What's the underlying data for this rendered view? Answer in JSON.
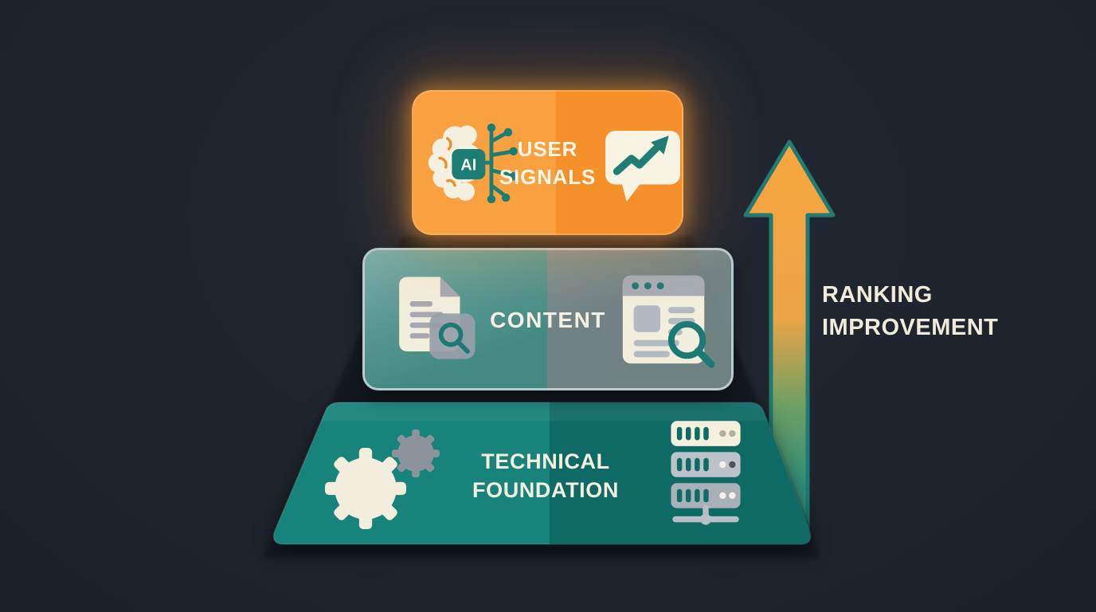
{
  "diagram": {
    "type": "seo-ranking-pyramid",
    "layers": {
      "user_signals": {
        "label_line1": "USER",
        "label_line2": "SIGNALS",
        "ai_chip_label": "AI",
        "icons": [
          "ai-brain-circuit-icon",
          "trend-chart-bubble-icon"
        ],
        "color_left": "#f9a041",
        "color_right": "#f5902b"
      },
      "content": {
        "label": "CONTENT",
        "icons": [
          "documents-search-icon",
          "webpage-search-icon"
        ],
        "color_left": "#48948c",
        "color_right": "#859a99"
      },
      "technical_foundation": {
        "label_line1": "TECHNICAL",
        "label_line2": "FOUNDATION",
        "icons": [
          "gears-icon",
          "server-stack-icon"
        ],
        "color_left": "#17837b",
        "color_right": "#0e6a65"
      }
    },
    "arrow": {
      "label_line1": "RANKING",
      "label_line2": "IMPROVEMENT",
      "color_top": "#f9a63e",
      "color_bottom": "#2e8d7e",
      "outline": "#1f7b74"
    },
    "colors": {
      "background": "#1f242d",
      "accent_teal": "#1d7e76",
      "cream_text": "#f4efde"
    }
  }
}
